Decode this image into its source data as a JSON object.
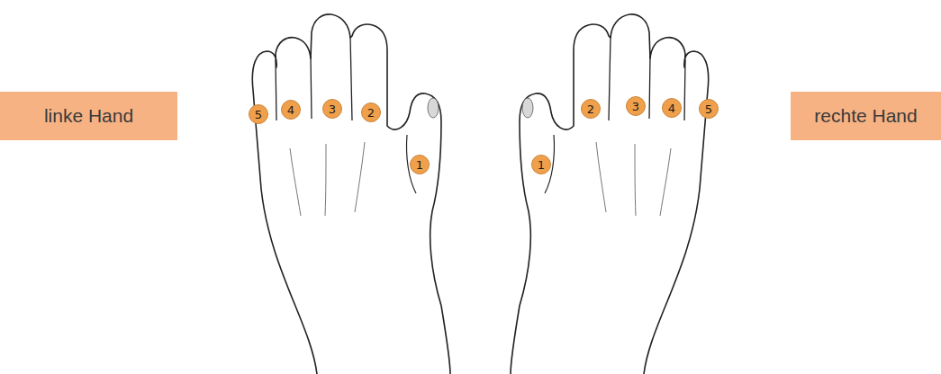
{
  "diagram": {
    "nodes": [
      {
        "text": [
          "linke Hand"
        ]
      },
      {
        "text": [
          "5"
        ]
      },
      {
        "text": [
          "4"
        ]
      },
      {
        "text": [
          "3"
        ]
      },
      {
        "text": [
          "2"
        ]
      },
      {
        "text": [
          "1"
        ]
      },
      {
        "text": [
          "1"
        ]
      },
      {
        "text": [
          "2"
        ]
      },
      {
        "text": [
          "3"
        ]
      },
      {
        "text": [
          "4"
        ]
      },
      {
        "text": [
          "5"
        ]
      },
      {
        "text": [
          "rechte Hand"
        ]
      }
    ]
  }
}
